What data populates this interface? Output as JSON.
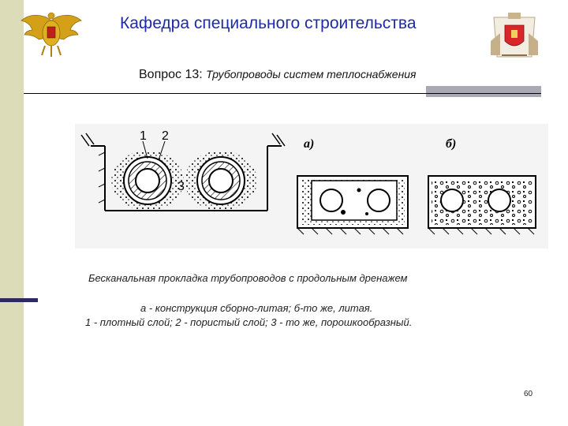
{
  "header": {
    "title": "Кафедра специального строительства"
  },
  "question": {
    "number": "Вопрос 13:",
    "topic": "Трубопроводы систем теплоснабжения"
  },
  "figure": {
    "labels": {
      "layer_1": "1",
      "layer_2": "2",
      "layer_3": "3",
      "variant_a": "а)",
      "variant_b": "б)"
    }
  },
  "captions": {
    "main": "Бесканальная прокладка трубопроводов  с продольным дренажем",
    "sub1": "а - конструкция сборно-литая; б-то же, литая.",
    "sub2": "1 - плотный слой; 2 - пористый слой; 3 - то же, порошкообразный."
  },
  "footer": {
    "page_number": "60"
  },
  "colors": {
    "title": "#1f2aa8",
    "left_bar": "#dcdcb8",
    "accent_dark": "#2b2b5e",
    "rule_box": "#a9a9b6"
  }
}
